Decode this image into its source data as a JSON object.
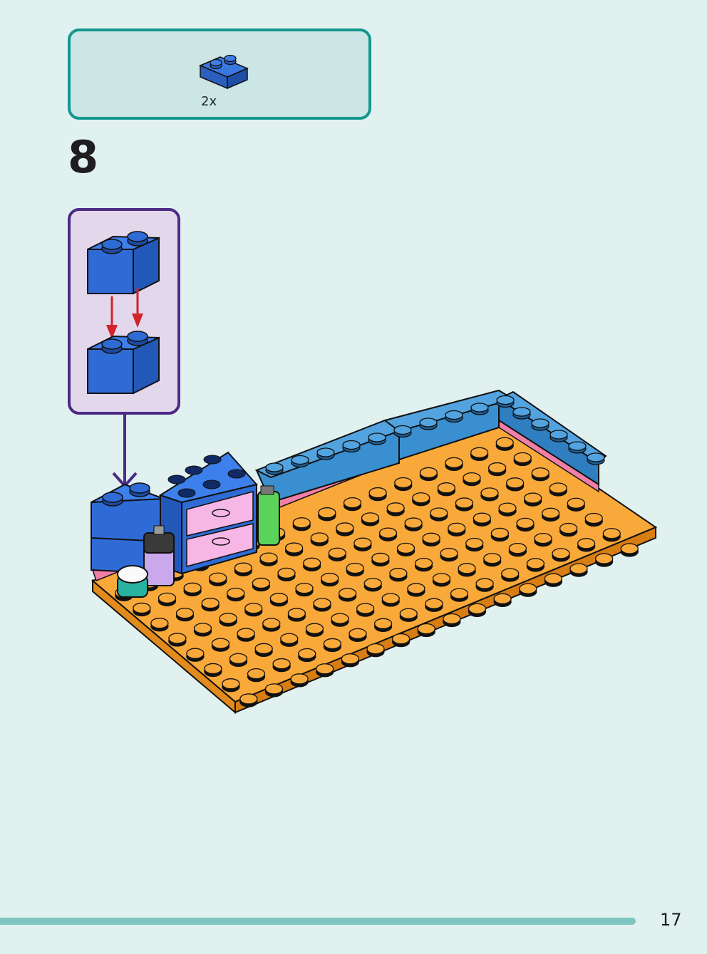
{
  "parts": {
    "quantity": "2x",
    "brick_color": "#2f6bd4",
    "brick_name": "brick-2x1"
  },
  "step": {
    "number": "8"
  },
  "footer": {
    "page_number": "17"
  },
  "colors": {
    "panel_border": "#14968e",
    "callout_border": "#4c2a85",
    "plate": "#f9a93a",
    "brick_blue": "#2f6bd4",
    "wall_blue": "#3a8fd0",
    "pink": "#f07fa8",
    "drawer": "#f6b7e6"
  }
}
